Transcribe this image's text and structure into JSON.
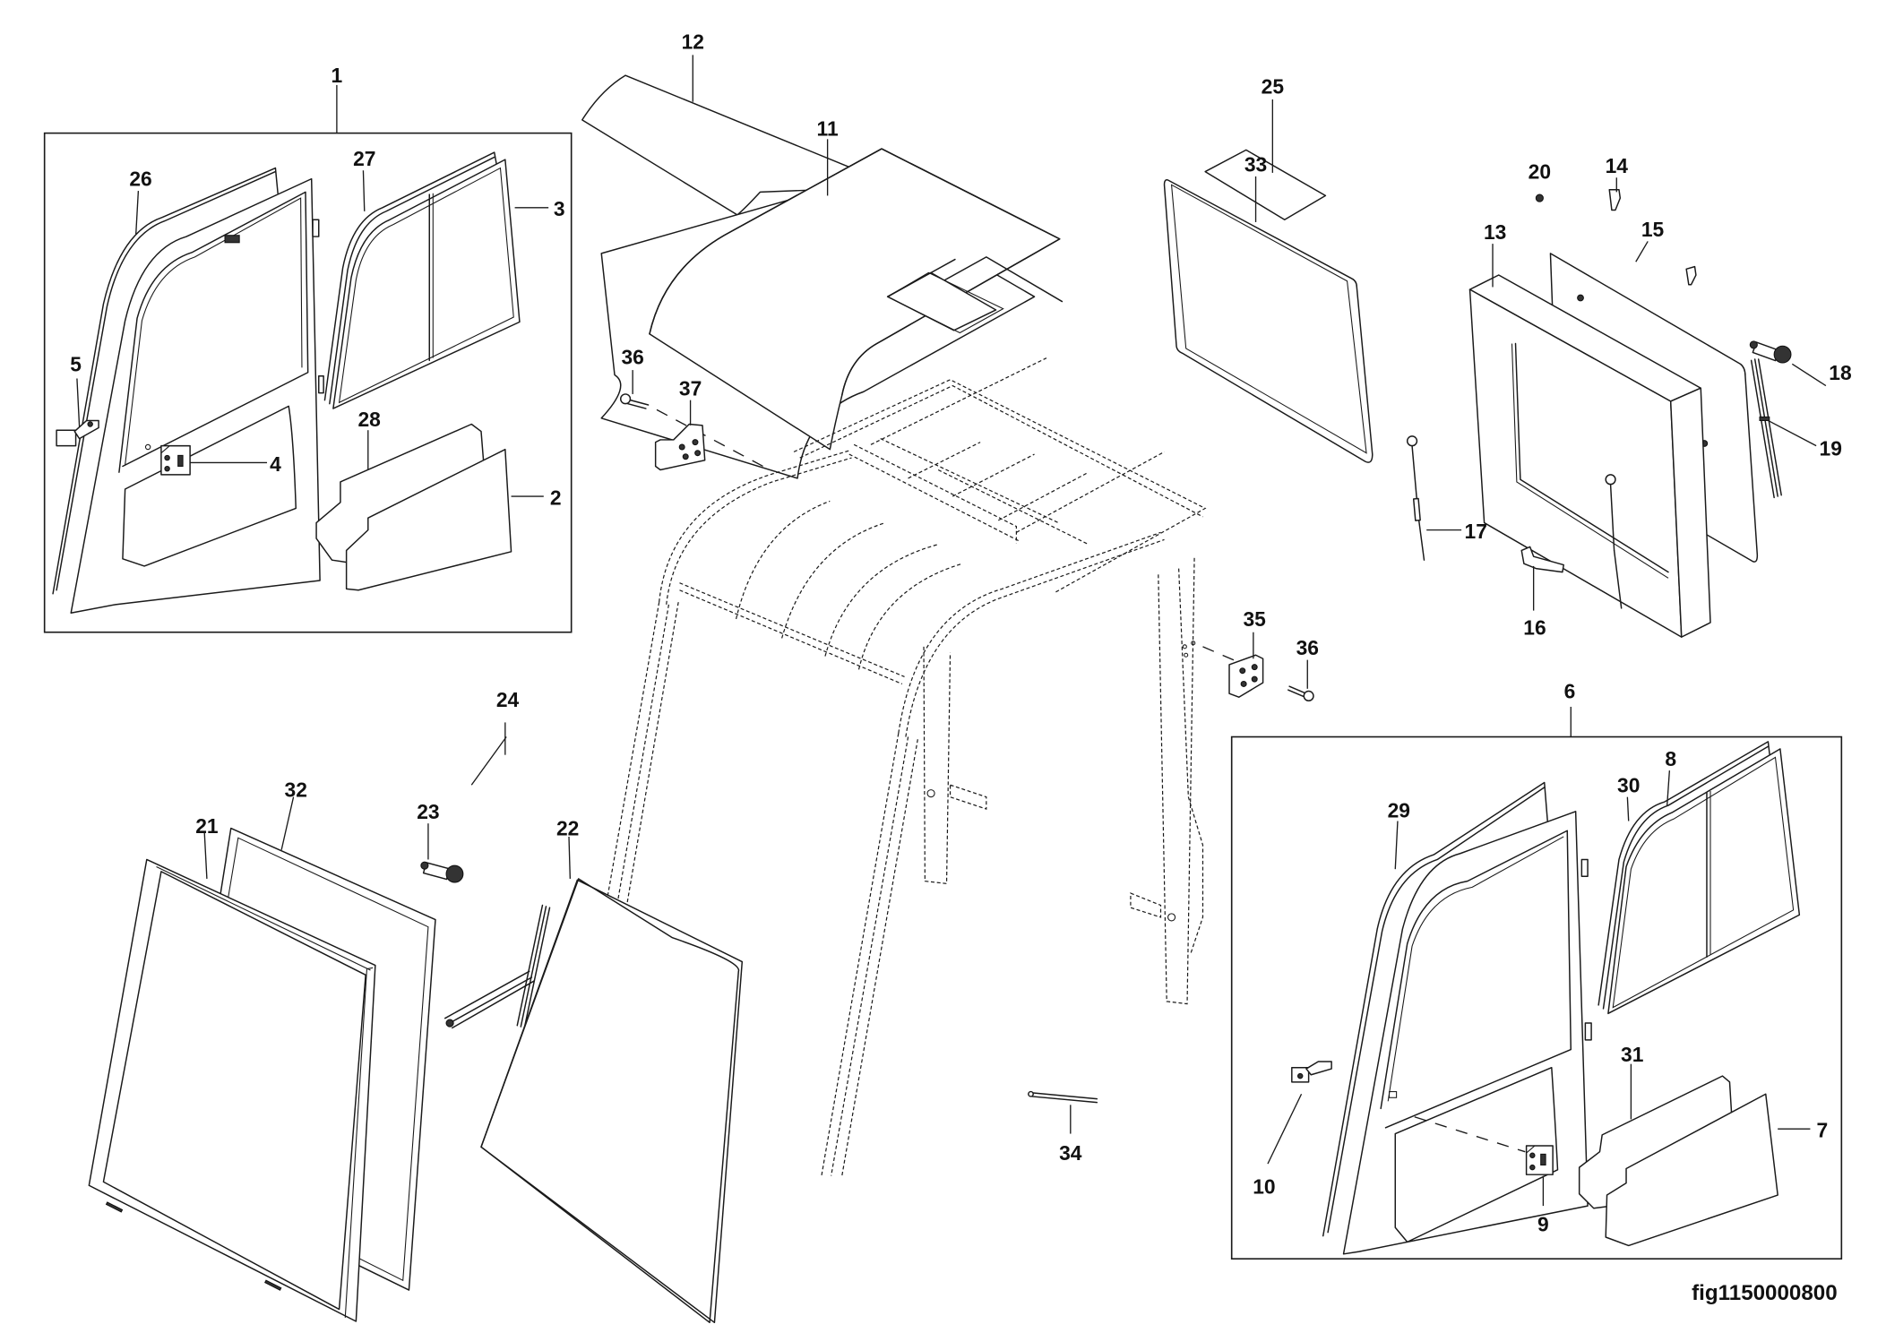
{
  "figure_id": "fig1150000800",
  "callouts": {
    "c1": "1",
    "c2": "2",
    "c3": "3",
    "c4": "4",
    "c5": "5",
    "c6": "6",
    "c7": "7",
    "c8": "8",
    "c9": "9",
    "c10": "10",
    "c11": "11",
    "c12": "12",
    "c13": "13",
    "c14": "14",
    "c15": "15",
    "c16": "16",
    "c17": "17",
    "c18": "18",
    "c19": "19",
    "c20": "20",
    "c21": "21",
    "c22": "22",
    "c23": "23",
    "c24": "24",
    "c25": "25",
    "c26": "26",
    "c27": "27",
    "c28": "28",
    "c29": "29",
    "c30": "30",
    "c31": "31",
    "c32": "32",
    "c33": "33",
    "c34": "34",
    "c35": "35",
    "c36a": "36",
    "c36b": "36",
    "c37": "37"
  },
  "groups": {
    "left_door_assembly": "1",
    "right_door_assembly": "6"
  }
}
